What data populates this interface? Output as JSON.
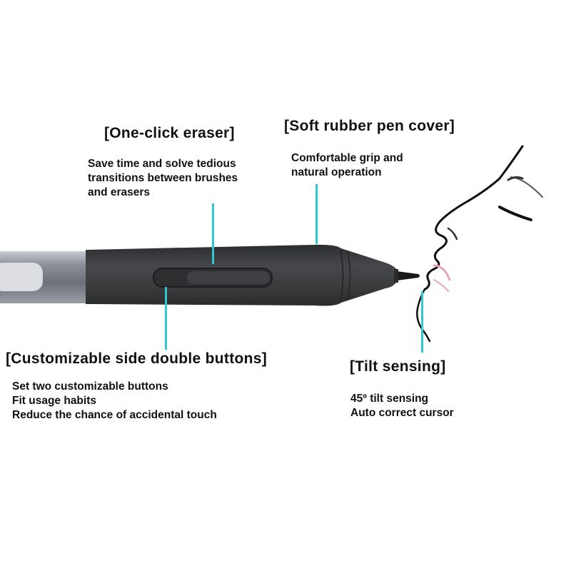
{
  "features": [
    {
      "id": "one-click-eraser",
      "title": "[One-click eraser]",
      "lines": [
        "Save time and solve tedious",
        "transitions between brushes",
        "and erasers"
      ]
    },
    {
      "id": "soft-rubber-pen-cover",
      "title": "[Soft rubber pen cover]",
      "lines": [
        "Comfortable grip and",
        "natural operation"
      ]
    },
    {
      "id": "customizable-side-buttons",
      "title": "[Customizable side double buttons]",
      "lines": [
        "Set two customizable buttons",
        "Fit usage habits",
        "Reduce the chance of accidental touch"
      ]
    },
    {
      "id": "tilt-sensing",
      "title": "[Tilt sensing]",
      "lines": [
        "45º tilt sensing",
        "Auto correct cursor"
      ]
    }
  ],
  "colors": {
    "leader_line": "#2ec8d0",
    "pen_grip": "#3a3b3d",
    "pen_barrel": "#8a8d96",
    "text": "#111111"
  }
}
